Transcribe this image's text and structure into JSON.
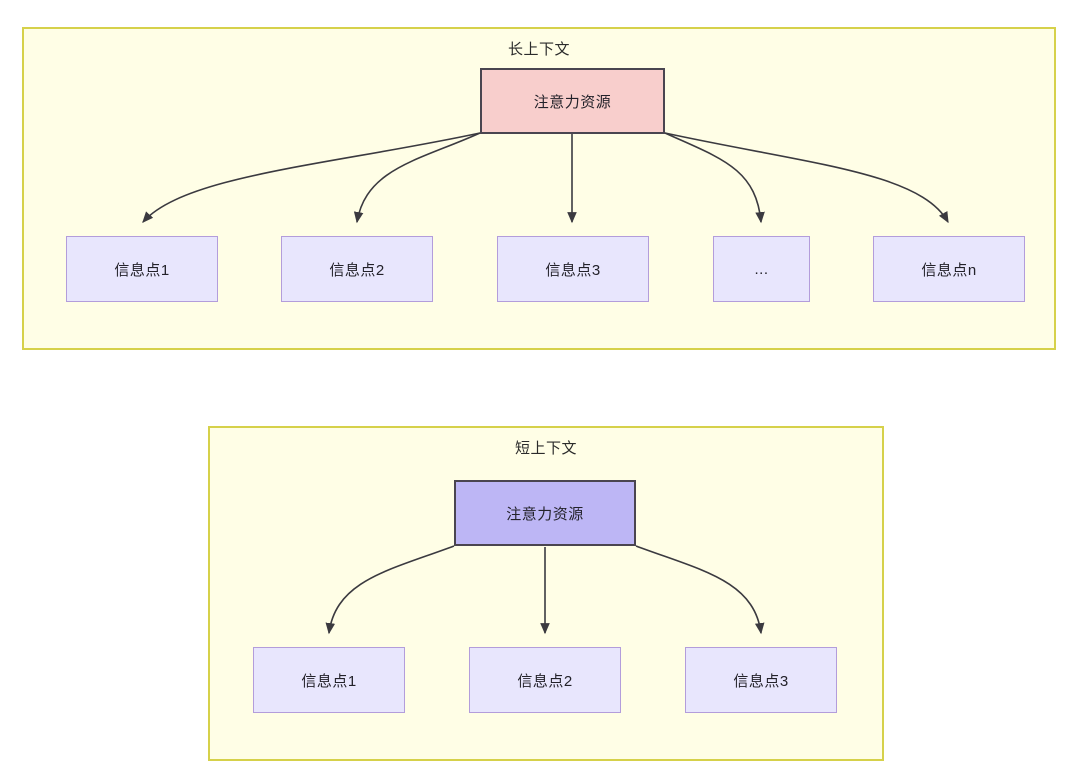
{
  "diagram": {
    "title_implicit": "",
    "colors": {
      "panel_fill": "#fffee6",
      "panel_border": "#d6d14a",
      "root_long_fill": "#f8cecc",
      "root_short_fill": "#bdb6f5",
      "root_border": "#4a4550",
      "leaf_fill": "#e8e6fd",
      "leaf_border": "#b39ddb",
      "edge_stroke": "#3b3a40",
      "text": "#23222a"
    },
    "groups": [
      {
        "id": "long-context",
        "title": "长上下文",
        "root": {
          "label": "注意力资源",
          "style": "root-pink"
        },
        "leaves": [
          {
            "label": "信息点1"
          },
          {
            "label": "信息点2"
          },
          {
            "label": "信息点3"
          },
          {
            "label": "..."
          },
          {
            "label": "信息点n"
          }
        ]
      },
      {
        "id": "short-context",
        "title": "短上下文",
        "root": {
          "label": "注意力资源",
          "style": "root-blue"
        },
        "leaves": [
          {
            "label": "信息点1"
          },
          {
            "label": "信息点2"
          },
          {
            "label": "信息点3"
          }
        ]
      }
    ]
  }
}
